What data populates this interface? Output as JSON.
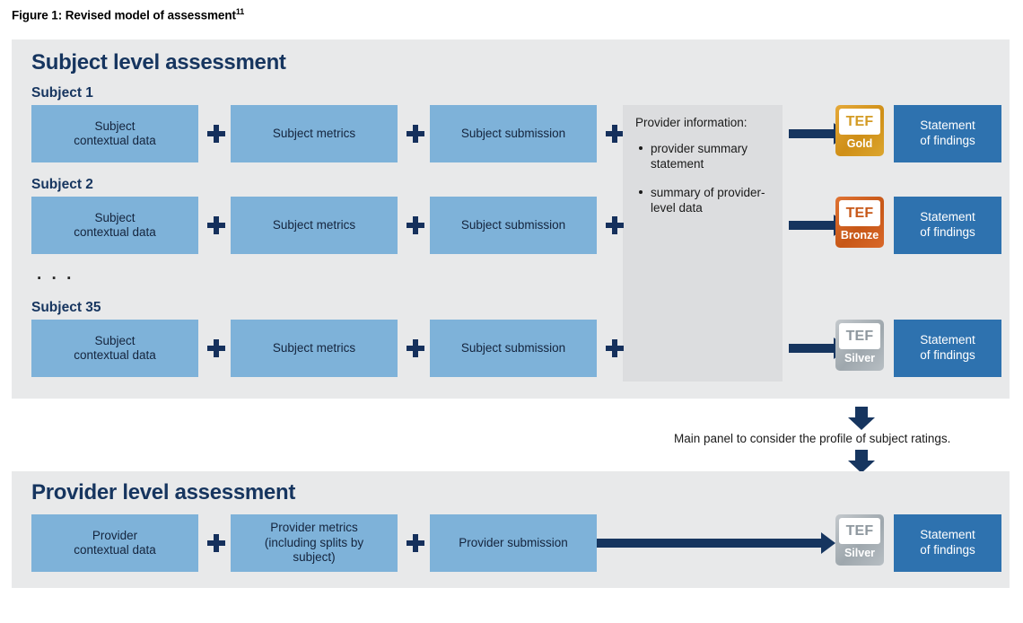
{
  "figure": {
    "caption_prefix": "Figure 1: Revised model of assessment",
    "caption_footnote": "11"
  },
  "subject_section": {
    "title": "Subject level assessment",
    "ellipsis": ". . .",
    "rows": [
      {
        "label": "Subject 1",
        "box1": "Subject\ncontextual data",
        "box2": "Subject metrics",
        "box3": "Subject submission",
        "rating": "Gold",
        "rating_mark": "TEF",
        "statement": "Statement\nof findings"
      },
      {
        "label": "Subject 2",
        "box1": "Subject\ncontextual data",
        "box2": "Subject metrics",
        "box3": "Subject submission",
        "rating": "Bronze",
        "rating_mark": "TEF",
        "statement": "Statement\nof findings"
      },
      {
        "label": "Subject 35",
        "box1": "Subject\ncontextual data",
        "box2": "Subject metrics",
        "box3": "Subject submission",
        "rating": "Silver",
        "rating_mark": "TEF",
        "statement": "Statement\nof findings"
      }
    ],
    "provider_information": {
      "title": "Provider information:",
      "bullets": [
        "provider summary statement",
        "summary of provider-level data"
      ]
    }
  },
  "connector": {
    "note": "Main panel to consider the profile of subject ratings."
  },
  "provider_section": {
    "title": "Provider level assessment",
    "box1": "Provider\ncontextual data",
    "box2": "Provider metrics\n(including splits by\nsubject)",
    "box3": "Provider submission",
    "rating": "Silver",
    "rating_mark": "TEF",
    "statement": "Statement\nof findings"
  },
  "symbols": {
    "plus": "+"
  },
  "colors": {
    "page_background": "#ffffff",
    "panel_background": "#e8e9ea",
    "provider_info_background": "#dcdddf",
    "box_blue": "#7eb2d9",
    "statement_blue": "#2e72af",
    "navy": "#16355f",
    "gold": "#cf8f17",
    "bronze": "#c75717",
    "silver": "#9ea7ad"
  }
}
